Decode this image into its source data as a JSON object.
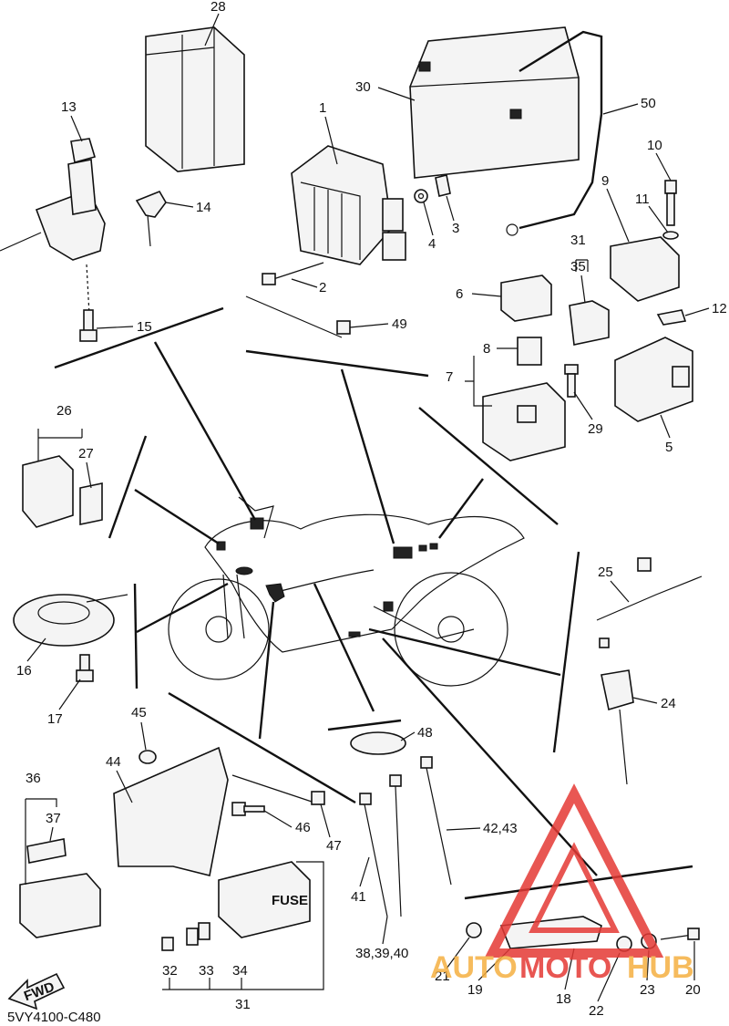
{
  "diagram_code": "5VY4100-C480",
  "fwd_label": "FWD",
  "watermark": {
    "part1": "AUTO",
    "part2": "MOTO",
    "part3": "HUB",
    "color_primary": "#e53935",
    "color_secondary": "#f5b041"
  },
  "labels": {
    "l1": "1",
    "l2": "2",
    "l3": "3",
    "l4": "4",
    "l5": "5",
    "l6": "6",
    "l7": "7",
    "l8": "8",
    "l9": "9",
    "l10": "10",
    "l11": "11",
    "l12": "12",
    "l13": "13",
    "l14": "14",
    "l15": "15",
    "l16": "16",
    "l17": "17",
    "l18": "18",
    "l19": "19",
    "l20": "20",
    "l21": "21",
    "l22": "22",
    "l23": "23",
    "l24": "24",
    "l25": "25",
    "l26": "26",
    "l27": "27",
    "l28": "28",
    "l29": "29",
    "l30": "30",
    "l31a": "31",
    "l31b": "31",
    "l32": "32",
    "l33": "33",
    "l34": "34",
    "l35": "35",
    "l36": "36",
    "l37": "37",
    "l38_40": "38,39,40",
    "l41": "41",
    "l42_43": "42,43",
    "l44": "44",
    "l45": "45",
    "l46": "46",
    "l47": "47",
    "l48": "48",
    "l49": "49",
    "l50": "50"
  },
  "fuse_box_text": "FUSE"
}
